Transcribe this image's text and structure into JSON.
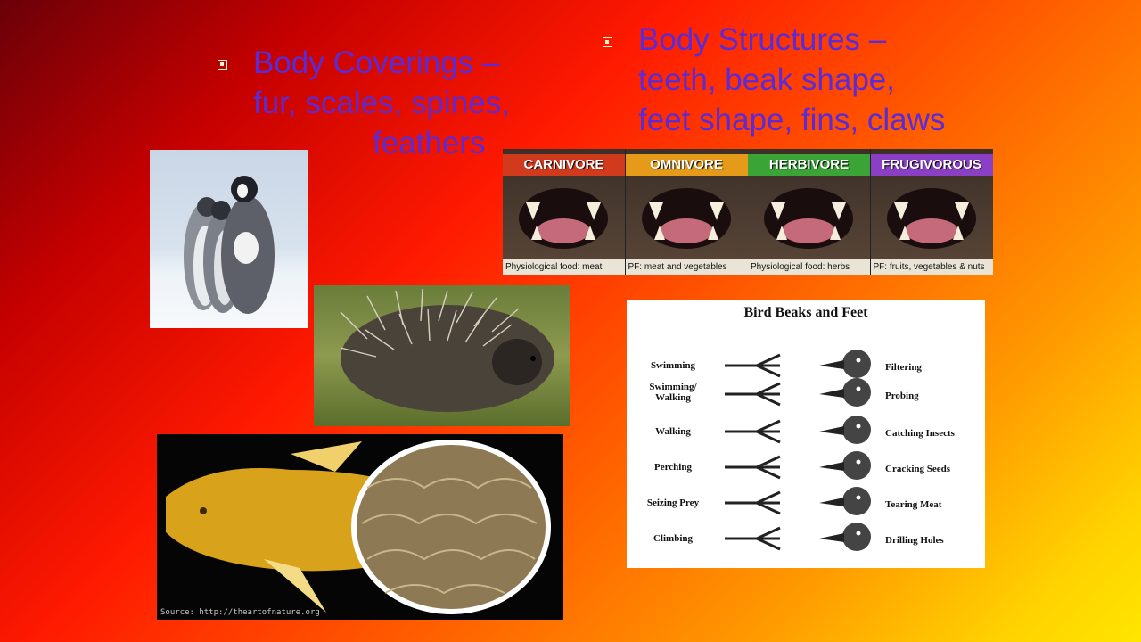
{
  "slide": {
    "coverings": {
      "line1": "Body Coverings –",
      "line2": "fur, scales, spines,",
      "line3": "feathers"
    },
    "structures": {
      "line1": "Body Structures –",
      "line2": "teeth, beak shape,",
      "line3": "feet shape, fins, claws"
    }
  },
  "teeth_chart": {
    "panels": [
      {
        "label": "CARNIVORE",
        "caption": "Physiological food: meat",
        "color": "#d23a1e"
      },
      {
        "label": "OMNIVORE",
        "caption": "PF: meat and vegetables",
        "color": "#e59a1a"
      },
      {
        "label": "HERBIVORE",
        "caption": "Physiological food: herbs",
        "color": "#3aa536"
      },
      {
        "label": "FRUGIVOROUS",
        "caption": "PF: fruits, vegetables & nuts",
        "color": "#8a3fc4"
      }
    ]
  },
  "bird_chart": {
    "title": "Bird Beaks and Feet",
    "feet": [
      "Swimming",
      "Swimming/ Walking",
      "Walking",
      "Perching",
      "Seizing Prey",
      "Climbing"
    ],
    "beaks": [
      "Filtering",
      "Probing",
      "Catching Insects",
      "Cracking Seeds",
      "Tearing Meat",
      "Drilling Holes"
    ]
  },
  "koi": {
    "source": "Source: http://theartofnature.org"
  }
}
